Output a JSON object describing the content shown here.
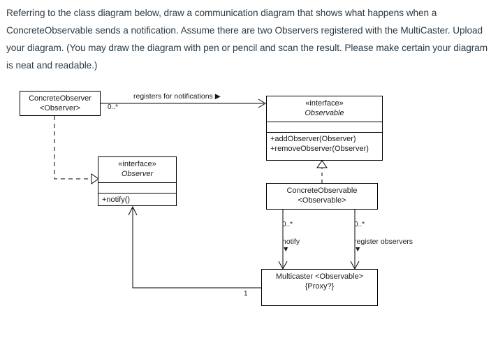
{
  "question": {
    "text": "Referring to the class diagram below, draw a communication diagram that shows what happens when a ConcreteObservable sends a notification. Assume there are two Observers registered with the MultiCaster. Upload your diagram. (You may draw the diagram with pen or pencil and scan the result. Please make certain your diagram is neat and readable.)"
  },
  "diagram": {
    "classes": {
      "concrete_observer": {
        "name": "ConcreteObserver",
        "type_param": "<Observer>"
      },
      "observable_interface": {
        "stereotype": "«interface»",
        "name": "Observable",
        "operations": [
          "+addObserver(Observer)",
          "+removeObserver(Observer)"
        ]
      },
      "observer_interface": {
        "stereotype": "«interface»",
        "name": "Observer",
        "operations": [
          "+notify()"
        ]
      },
      "concrete_observable": {
        "name": "ConcreteObservable",
        "type_param": "<Observable>"
      },
      "multicaster": {
        "name": "Multicaster",
        "type_param": "<Observable>",
        "constraint": "{Proxy?}"
      }
    },
    "edge_labels": {
      "registers_label": "registers for notifications",
      "registers_direction": "▶",
      "observer_multiplicity": "0..*",
      "notify_multiplicity": "0..*",
      "notify_label": "notify",
      "notify_direction": "▼",
      "register_observers_multiplicity": "0..*",
      "register_observers_label": "register observers",
      "register_observers_direction": "▼",
      "multicaster_observer_multiplicity": "1"
    }
  },
  "colors": {
    "text": "#2d3b45",
    "diagram_line": "#000000",
    "diagram_text": "#1a1a1a",
    "background": "#ffffff"
  }
}
